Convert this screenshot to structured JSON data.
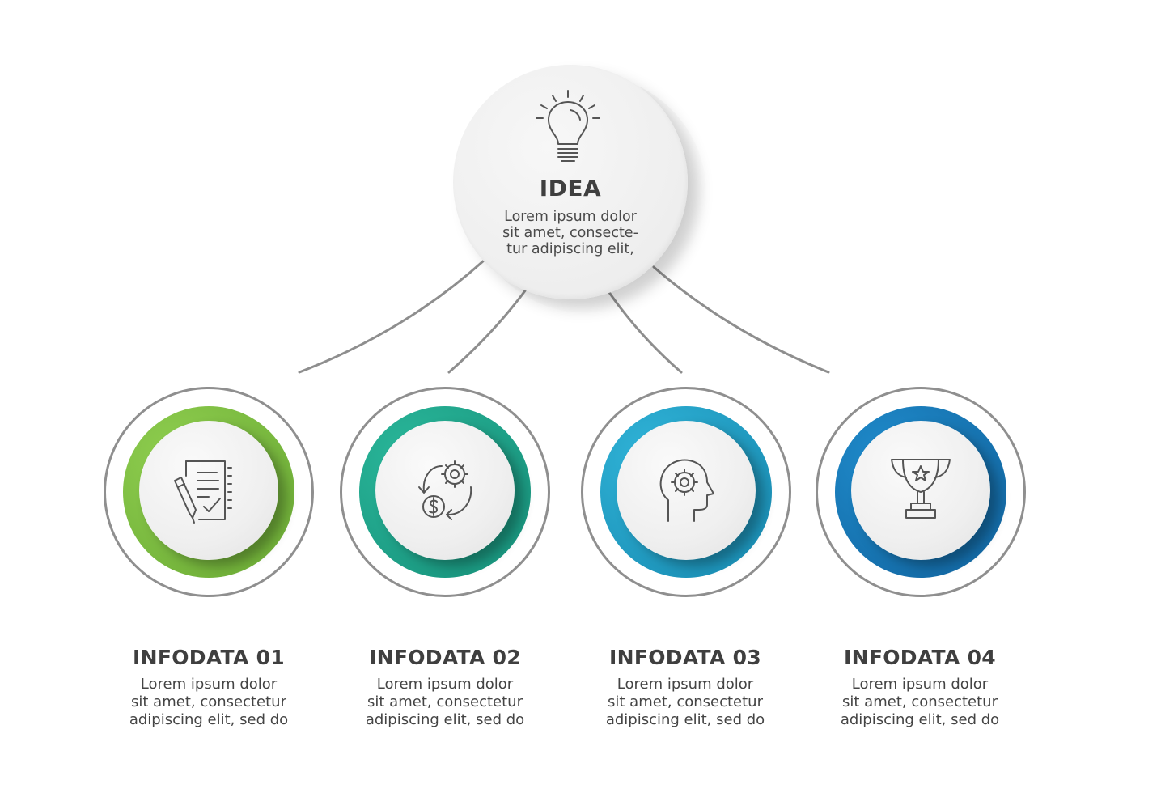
{
  "idea": {
    "title": "IDEA",
    "text": "Lorem ipsum dolor\nsit amet, consecte-\ntur adipiscing elit,",
    "icon": "lightbulb-icon"
  },
  "nodes": [
    {
      "title": "INFODATA 01",
      "text": "Lorem ipsum dolor\nsit amet, consectetur\nadipiscing elit, sed do",
      "icon": "document-pen-icon",
      "color": "#7bbf3e"
    },
    {
      "title": "INFODATA 02",
      "text": "Lorem ipsum dolor\nsit amet, consectetur\nadipiscing elit, sed do",
      "icon": "gear-dollar-cycle-icon",
      "color": "#1fa48a"
    },
    {
      "title": "INFODATA 03",
      "text": "Lorem ipsum dolor\nsit amet, consectetur\nadipiscing elit, sed do",
      "icon": "head-gear-icon",
      "color": "#1e9fc4"
    },
    {
      "title": "INFODATA 04",
      "text": "Lorem ipsum dolor\nsit amet, consectetur\nadipiscing elit, sed do",
      "icon": "trophy-star-icon",
      "color": "#1572b3"
    }
  ]
}
